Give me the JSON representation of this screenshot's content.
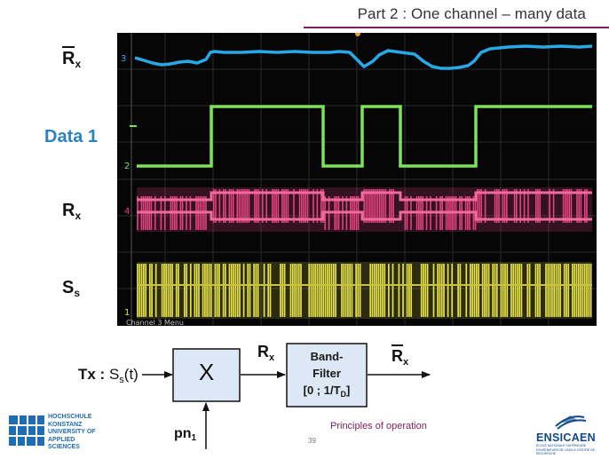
{
  "header": {
    "title": "Part 2 : One channel – many data"
  },
  "channels": {
    "rx_bar": "R",
    "rx_bar_sub": "x",
    "data1": "Data 1",
    "rx": "R",
    "rx_sub": "x",
    "ss": "S",
    "ss_sub": "s"
  },
  "scope": {
    "markers": [
      "3",
      "2",
      "4",
      "1"
    ],
    "menu_label": "Channel 3 Menu",
    "trace_colors": {
      "ch3": "#27a9e8",
      "ch2": "#7ce25a",
      "ch4": "#e0417f",
      "ch1": "#e4e04a"
    }
  },
  "diagram": {
    "tx_label": "Tx : ",
    "tx_signal": "S",
    "tx_signal_sub": "s",
    "tx_signal_arg": "(t)",
    "multiplier_symbol": "X",
    "rx_in": "R",
    "rx_in_sub": "x",
    "filter_line1": "Band-",
    "filter_line2": "Filter",
    "filter_line3_prefix": "[0 ; 1/T",
    "filter_line3_sub": "D",
    "filter_line3_suffix": "]",
    "rx_out": "R",
    "rx_out_sub": "x",
    "pn_label": "pn",
    "pn_sub": "1"
  },
  "footer": {
    "caption": "Principles of operation",
    "page_number": "39",
    "left_logo_lines": [
      "HOCHSCHULE",
      "KONSTANZ",
      "UNIVERSITY OF",
      "APPLIED SCIENCES"
    ],
    "right_logo_name": "ENSICAEN",
    "right_logo_small": "ÉCOLE NATIONALE SUPÉRIEURE D'INGÉNIEURS DE CAEN & CENTRE DE RECHERCHE"
  }
}
